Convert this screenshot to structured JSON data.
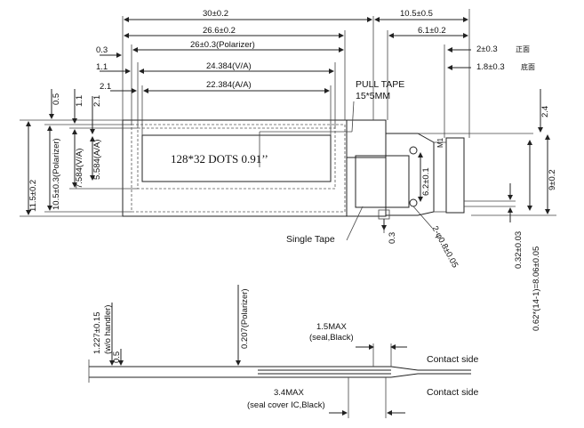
{
  "dims": {
    "top_30": "30±0.2",
    "top_26_6": "26.6±0.2",
    "top_26": "26±0.3(Polarizer)",
    "top_24": "24.384(V/A)",
    "top_22": "22.384(A/A)",
    "left_0_3": "0.3",
    "left_1_1": "1.1",
    "left_2_1": "2.1",
    "right_10_5": "10.5±0.5",
    "right_6_1": "6.1±0.2",
    "right_2": "2±0.3",
    "right_2_cn": "正面",
    "right_1_8": "1.8±0.3",
    "right_1_8_cn": "底面",
    "v_0_5": "0.5",
    "v_1_1": "1.1",
    "v_2_1": "2.1",
    "v_11_5": "11.5±0.2",
    "v_10_5": "10.5±0.3(Polarizer)",
    "v_7_584": "7.584(V/A)",
    "v_5_584": "5.584(A/A)",
    "v_6_2": "6.2±0.1",
    "v_m1": "M1",
    "v_2_4": "2.4",
    "v_9": "9±0.2",
    "v_0_32": "0.32±0.03",
    "v_0_62": "0.62*(14-1)=8.06±0.05",
    "holes": "2-φ0.8±0.05",
    "bottom_0_3": "0.3"
  },
  "labels": {
    "display": "128*32 DOTS 0.91’’",
    "pull_tape": "PULL TAPE",
    "pull_tape_size": "15*5MM",
    "single_tape": "Single Tape"
  },
  "side": {
    "h_total": "1.227±0.15",
    "h_total_note": "(w/o handler)",
    "h_0_5": "0.5",
    "polarizer": "0.207(Polarizer)",
    "seal": "1.5MAX",
    "seal_note": "(seal,Black)",
    "cover": "3.4MAX",
    "cover_note": "(seal cover IC,Black)",
    "contact_top": "Contact side",
    "contact_bottom": "Contact side"
  }
}
